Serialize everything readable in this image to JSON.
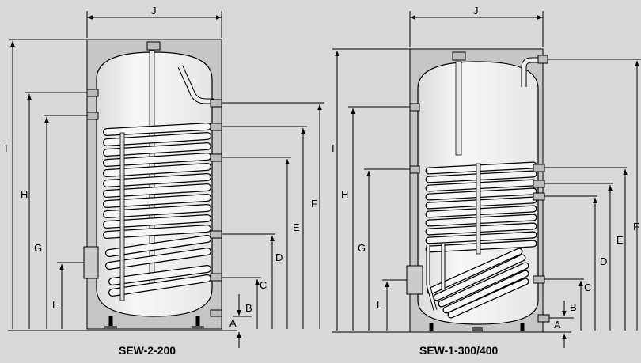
{
  "colors": {
    "background": "#d9d9d9",
    "casing": "#c6c6c6",
    "tank": "#f2f2f2",
    "coil": "#f7f7f7",
    "line": "#000000"
  },
  "left_diagram": {
    "caption": "SEW-2-200",
    "width_label": "J",
    "dimension_labels": [
      "I",
      "H",
      "G",
      "L",
      "F",
      "E",
      "D",
      "C",
      "B",
      "A"
    ]
  },
  "right_diagram": {
    "caption": "SEW-1-300/400",
    "width_label": "J",
    "dimension_labels": [
      "I",
      "H",
      "G",
      "L",
      "F",
      "E",
      "D",
      "C",
      "B",
      "A"
    ]
  }
}
